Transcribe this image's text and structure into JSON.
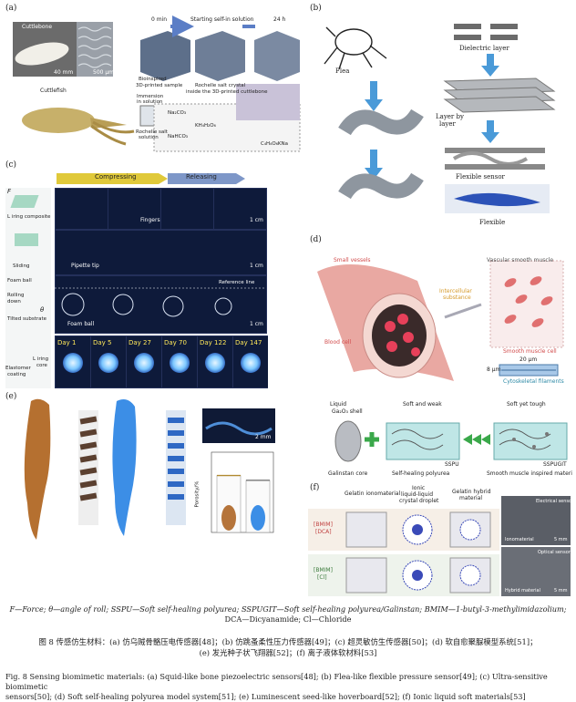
{
  "panels": {
    "a": {
      "label": "(a)",
      "texts": {
        "cuttlebone": "Cuttlebone",
        "mm40": "40 mm",
        "um500": "500 μm",
        "cuttlefish": "Cuttlefish",
        "min0": "0 min",
        "starting": "Starting self-in solution",
        "h24": "24 h",
        "bio1": "Bioinspired",
        "bio2": "3D-printed sample",
        "rochelle1": "Rochelle salt crystal",
        "rochelle2": "inside the 3D-printed cuttlebone",
        "immersion1": "Immersion",
        "immersion2": "in solution",
        "rs1": "Rochelle salt",
        "rs2": "solution",
        "na2co3": "Na₂CO₃",
        "kh": "KH₄H₂O₆",
        "nahco3": "NaHCO₃",
        "knac": "C₄H₄O₆KNa"
      }
    },
    "b": {
      "label": "(b)",
      "texts": {
        "flea": "Flea",
        "dielectric": "Dielectric layer",
        "layer1": "Layer by",
        "layer2": "layer",
        "sensor": "Flexible sensor",
        "flexible": "Flexible"
      }
    },
    "c": {
      "label": "(c)",
      "texts": {
        "compressing": "Compressing",
        "releasing": "Releasing",
        "F": "F",
        "liring": "L iring composite",
        "fingers": "Fingers",
        "cm": "1 cm",
        "sliding": "Sliding",
        "pipette": "Pipette tip",
        "reference": "Reference line",
        "foamball": "Foam ball",
        "rolling1": "Rolling",
        "rolling2": "down",
        "tilted": "Tilted substrate",
        "foamball2": "Foam ball",
        "elastomer1": "Elastomer",
        "elastomer2": "coating",
        "liring2": "L iring",
        "core": "core",
        "theta": "θ"
      },
      "days": [
        "Day 1",
        "Day 5",
        "Day 27",
        "Day 70",
        "Day 122",
        "Day 147"
      ]
    },
    "d": {
      "label": "(d)",
      "texts": {
        "small": "Small vessels",
        "vascular": "Vascular smooth muscle",
        "inter1": "Intercellular",
        "inter2": "substance",
        "blood": "Blood cell",
        "smc": "Smooth muscle cell",
        "um20": "20 μm",
        "um8": "8 μm",
        "cyto": "Cytoskeletal filaments"
      }
    },
    "e": {
      "label": "(e)",
      "texts": {
        "mm2": "2 mm",
        "ylabel": "Porosity/%"
      }
    },
    "mat": {
      "texts": {
        "liquid": "Liquid",
        "shell": "Ga₂O₃ shell",
        "softweak": "Soft and weak",
        "softtough": "Soft yet tough",
        "sspu": "SSPU",
        "sspugit": "SSPUGIT",
        "galcore": "Galinstan core",
        "selfheal": "Self-healing polyurea",
        "smooth": "Smooth muscle inspired material"
      }
    },
    "f": {
      "label": "(f)",
      "texts": {
        "col1": "Gelatin ionomaterial",
        "col2a": "Ionic",
        "col2b": "liquid-liquid",
        "col2c": "crystal droplet",
        "col3a": "Gelatin hybrid",
        "col3b": "material",
        "row1a": "[BMIM]",
        "row1b": "[DCA]",
        "row2a": "[BMIM]",
        "row2b": "[Cl]",
        "electrical": "Electrical sensor",
        "optical": "Optical sensor",
        "ionomat": "Ionomaterial",
        "hybrid": "Hybrid material",
        "cm5": "5 mm",
        "cm5b": "5 mm"
      }
    }
  },
  "chart_data": {
    "type": "bar",
    "categories": [
      "",
      ""
    ],
    "values": [
      71,
      65
    ],
    "ylabel": "Porosity/%"
  },
  "captions": {
    "abbr1": "F—Force; θ—angle of roll; SSPU—Soft self-healing polyurea; SSPUGIT—Soft self-healing polyurea/Galinstan; BMIM—1-butyl-3-methylimidazolium;",
    "abbr2": "DCA—Dicyanamide; Cl—Chloride",
    "zh1": "图 8   传感仿生材料：(a) 仿乌贼骨骼压电传感器[48]；(b) 仿跳蚤柔性压力传感器[49]；(c) 超灵敏仿生传感器[50]；(d) 软自愈聚脲模型系统[51]；",
    "zh2": "(e) 发光种子状飞翔器[52]；(f) 离子液体软材料[53]",
    "en1": "Fig. 8   Sensing biomimetic materials: (a) Squid-like bone piezoelectric sensors[48]; (b) Flea-like flexible pressure sensor[49]; (c) Ultra-sensitive biomimetic",
    "en2": "sensors[50]; (d) Soft self-healing polyurea model system[51]; (e) Luminescent seed-like hoverboard[52]; (f) Ionic liquid soft materials[53]"
  }
}
